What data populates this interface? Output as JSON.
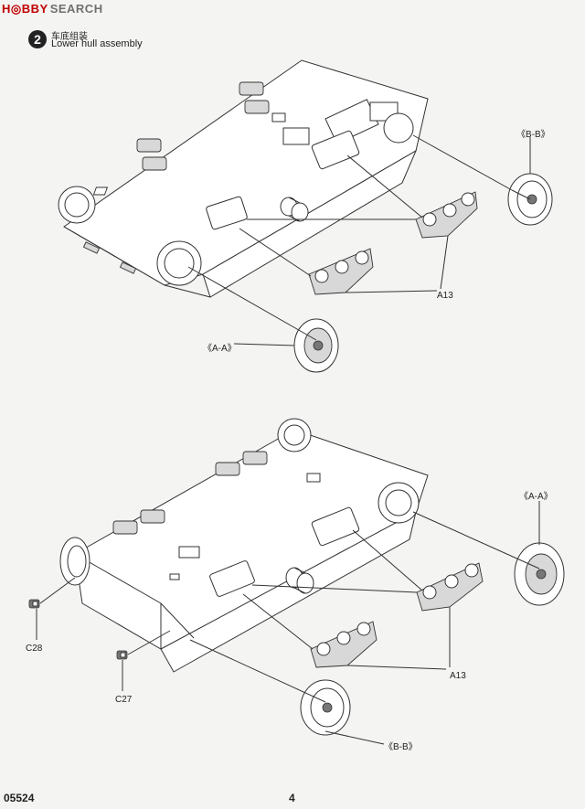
{
  "watermark": {
    "logo": "H◎BBY",
    "text": "SEARCH"
  },
  "step": {
    "number": "2",
    "title_cn": "车底组装",
    "title_en": "Lower hull assembly"
  },
  "callouts": {
    "top_bb": "《B-B》",
    "top_aa": "《A-A》",
    "top_a13": "A13",
    "bottom_aa": "《A-A》",
    "bottom_a13": "A13",
    "bottom_bb": "《B-B》",
    "c28": "C28",
    "c27": "C27"
  },
  "footer": {
    "code": "05524",
    "page": "4"
  },
  "colors": {
    "watermark_logo": "#c00000",
    "watermark_text": "#707070",
    "ink": "#222222"
  }
}
